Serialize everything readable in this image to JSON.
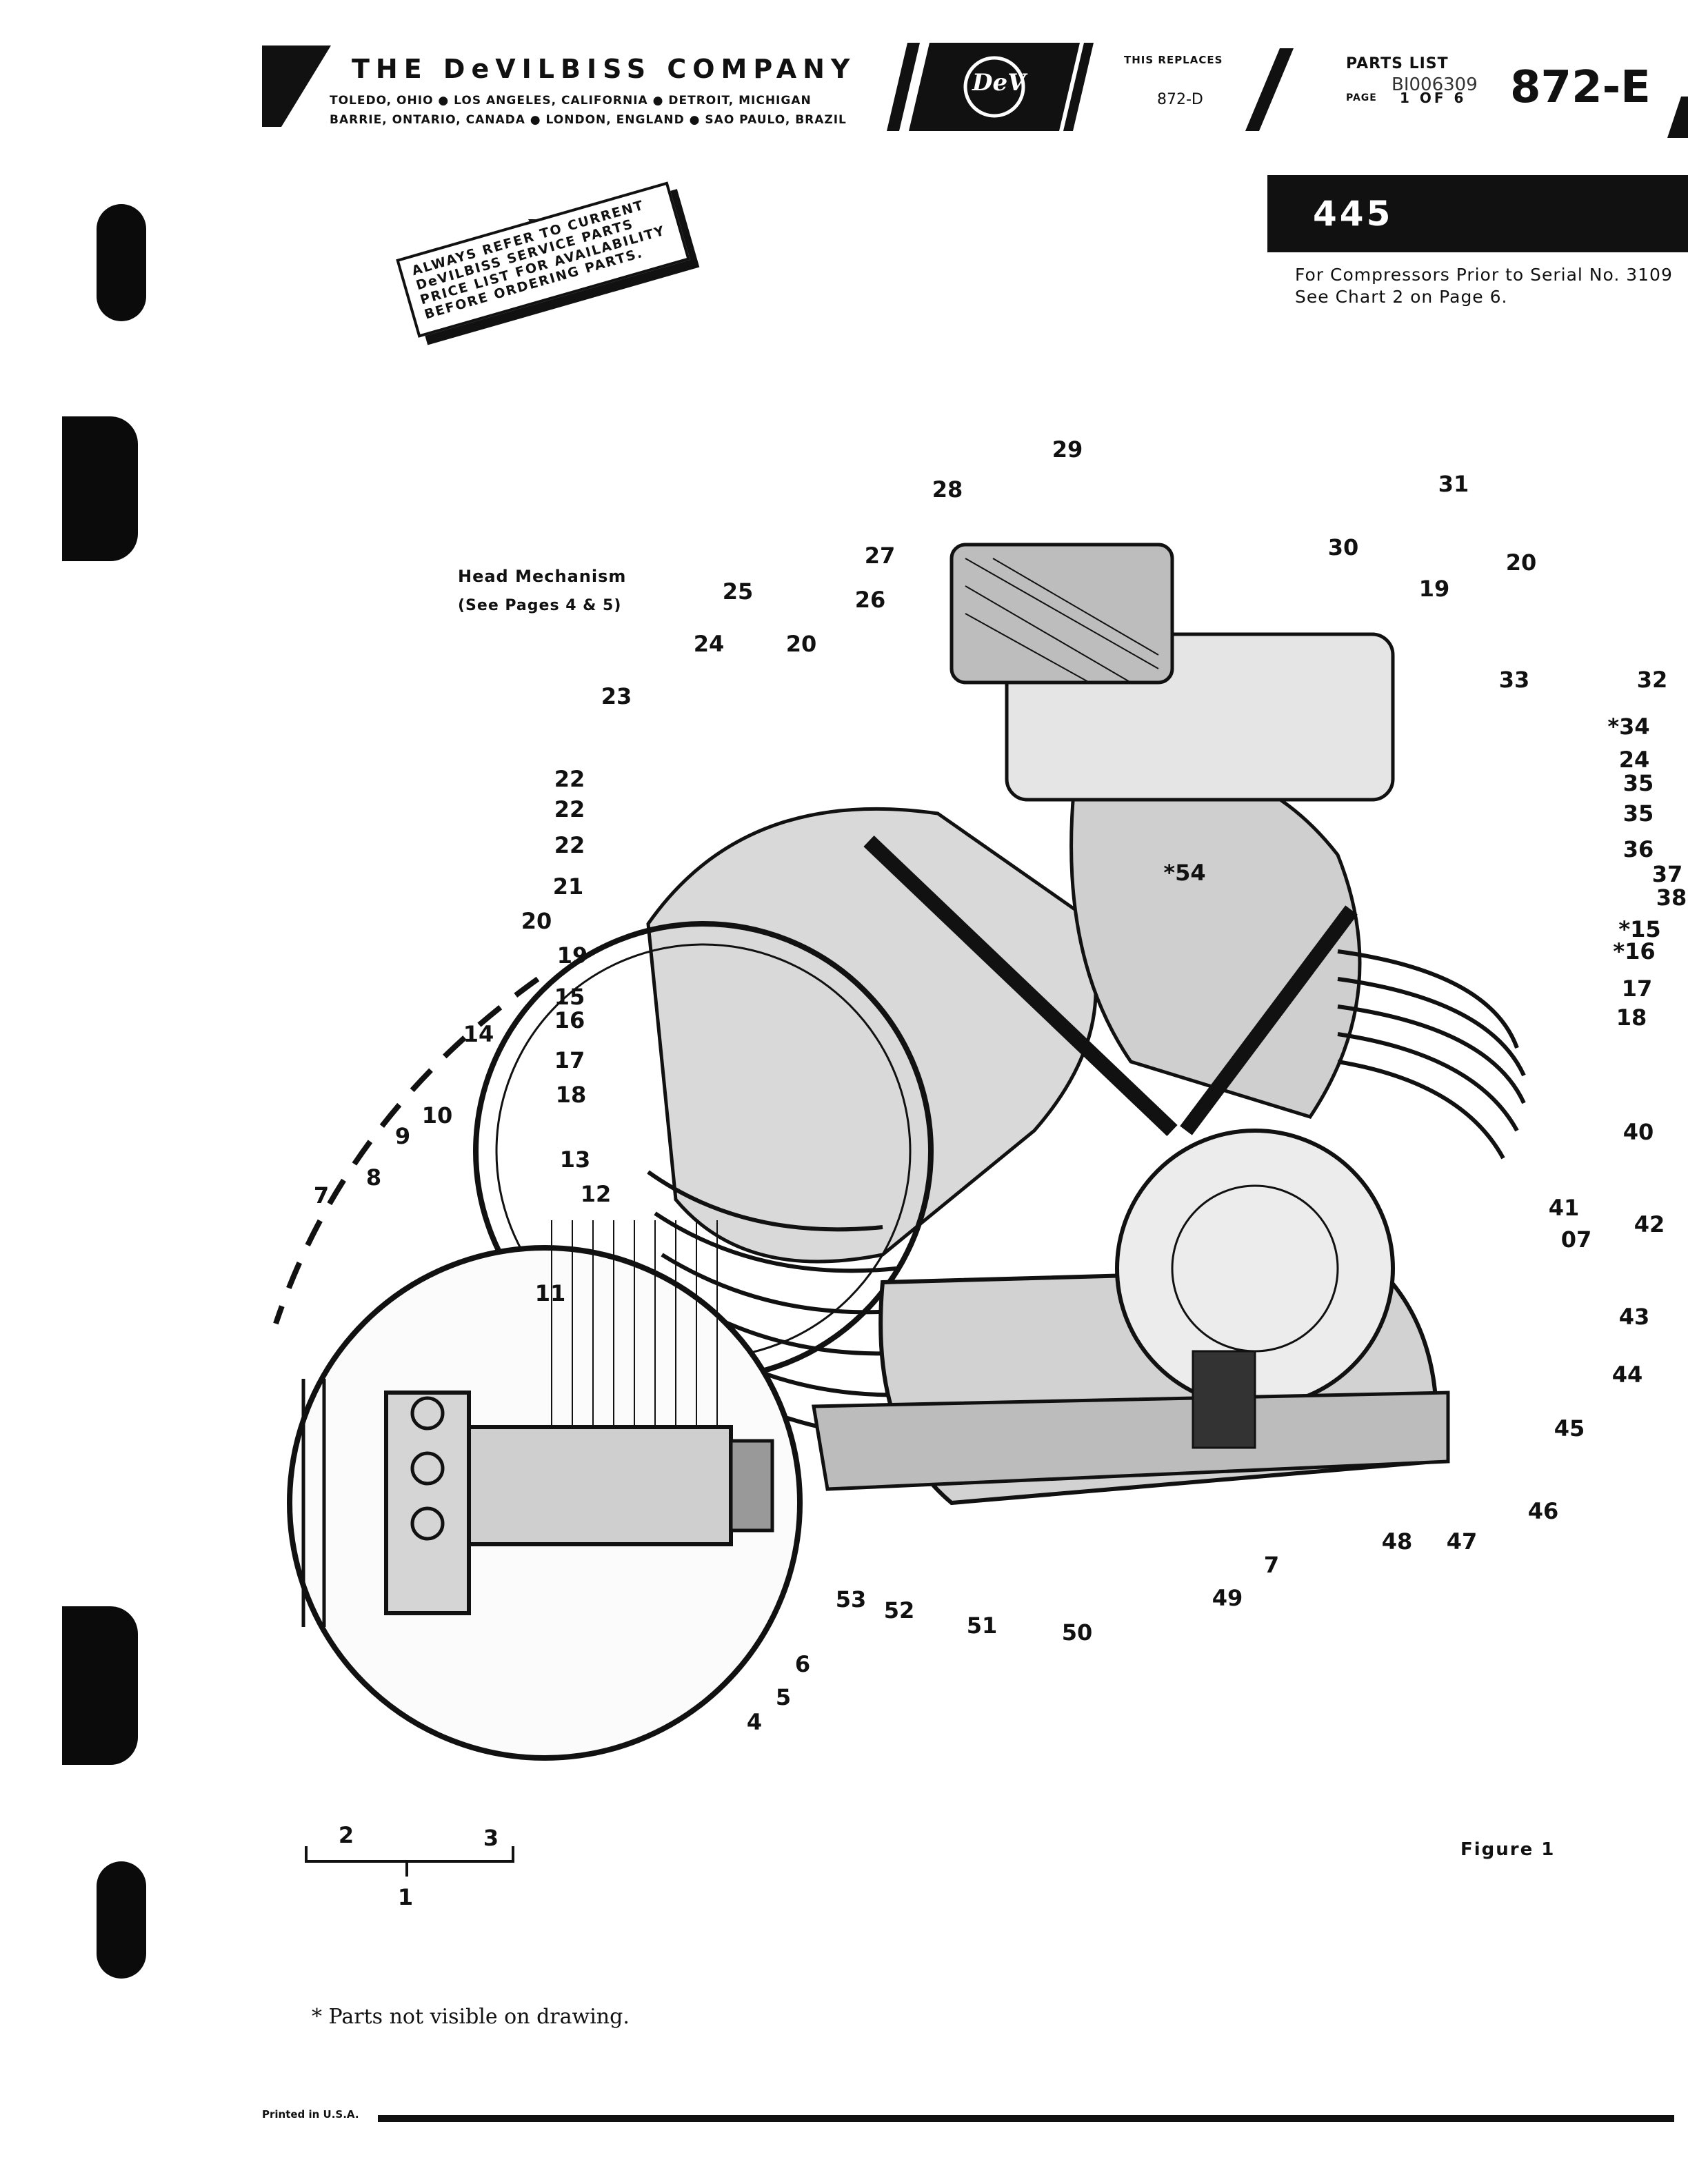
{
  "header": {
    "company": "THE DeVILBISS COMPANY",
    "address_line1": "TOLEDO, OHIO ● LOS ANGELES, CALIFORNIA ● DETROIT, MICHIGAN",
    "address_line2": "BARRIE, ONTARIO, CANADA ● LONDON, ENGLAND ● SAO PAULO, BRAZIL",
    "logo_text": "DeV",
    "replaces_label": "THIS REPLACES",
    "replaces_value": "872-D",
    "parts_list_label": "PARTS LIST",
    "page_label": "PAGE",
    "page_value": "1 OF 6",
    "doc_stamp": "BI006309",
    "doc_number": "872-E"
  },
  "banner": {
    "title": "445 COMPRESSOR",
    "note_line1": "For Compressors Prior to Serial No. 3109",
    "note_line2": "See Chart 2 on Page 6."
  },
  "stamp": {
    "line1": "ALWAYS REFER TO CURRENT",
    "line2": "DeVILBISS SERVICE PARTS",
    "line3": "PRICE LIST FOR AVAILABILITY",
    "line4": "BEFORE ORDERING PARTS."
  },
  "diagram": {
    "head_mechanism_line1": "Head Mechanism",
    "head_mechanism_line2": "(See Pages 4 & 5)",
    "callouts": [
      "29",
      "28",
      "27",
      "30",
      "31",
      "25",
      "26",
      "20",
      "19",
      "20",
      "33",
      "32",
      "*34",
      "24",
      "35",
      "35",
      "36",
      "37",
      "38",
      "*15",
      "*16",
      "17",
      "18",
      "24",
      "23",
      "22",
      "22",
      "22",
      "21",
      "20",
      "19",
      "15",
      "16",
      "14",
      "17",
      "18",
      "*54",
      "40",
      "41",
      "42",
      "07",
      "43",
      "44",
      "45",
      "46",
      "47",
      "48",
      "7",
      "49",
      "50",
      "51",
      "52",
      "53",
      "13",
      "12",
      "11",
      "9",
      "10",
      "8",
      "7",
      "6",
      "5",
      "4",
      "3",
      "2",
      "1"
    ],
    "figure_label": "Figure 1"
  },
  "footer": {
    "footnote": "* Parts not visible on drawing.",
    "printed": "Printed in U.S.A."
  }
}
